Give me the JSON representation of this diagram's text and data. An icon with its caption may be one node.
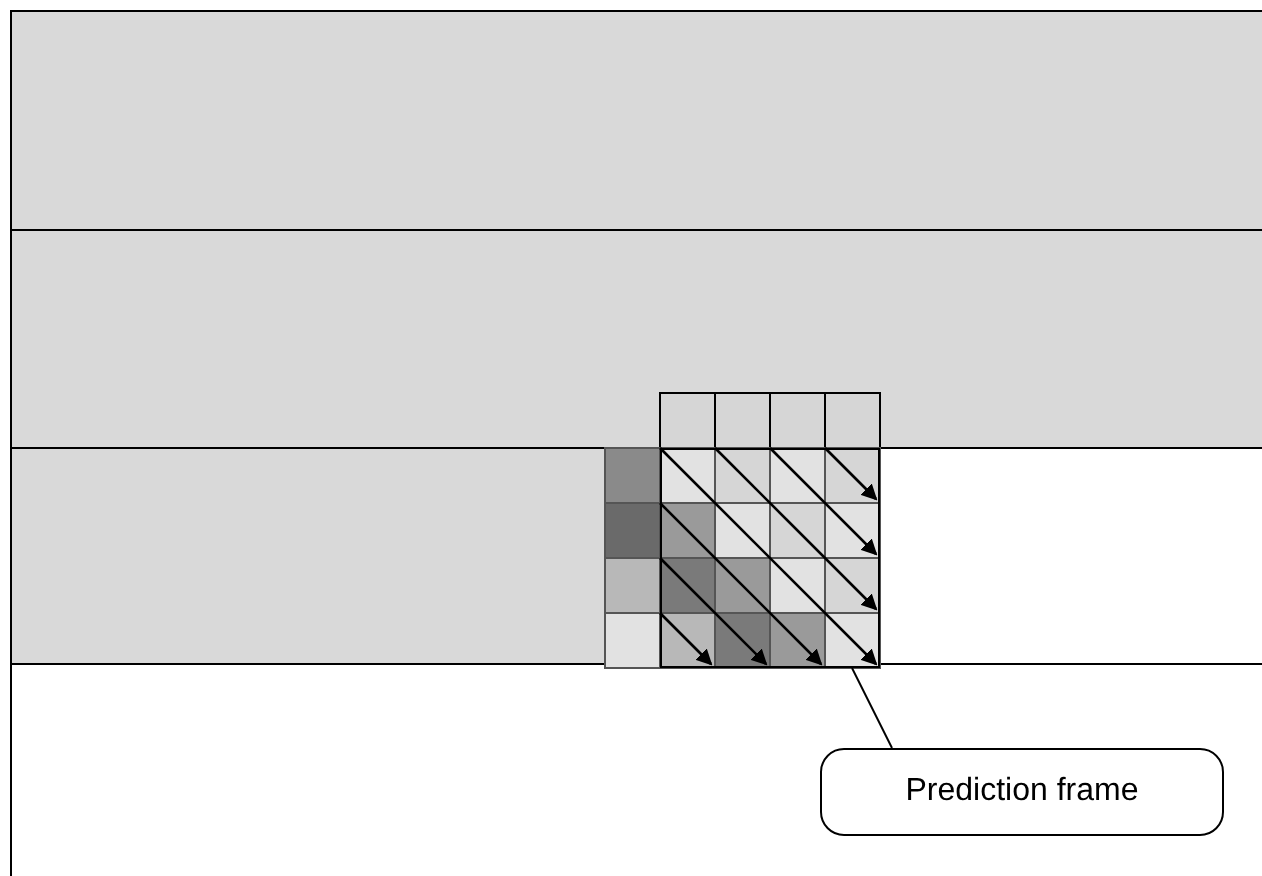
{
  "diagram": {
    "nodes": [
      {
        "text": [],
        "shape": "box"
      },
      {
        "text": [
          "Prediction frame"
        ]
      }
    ],
    "edges": [
      {
        "from": 1,
        "to": 0,
        "arrow": "none"
      }
    ]
  }
}
